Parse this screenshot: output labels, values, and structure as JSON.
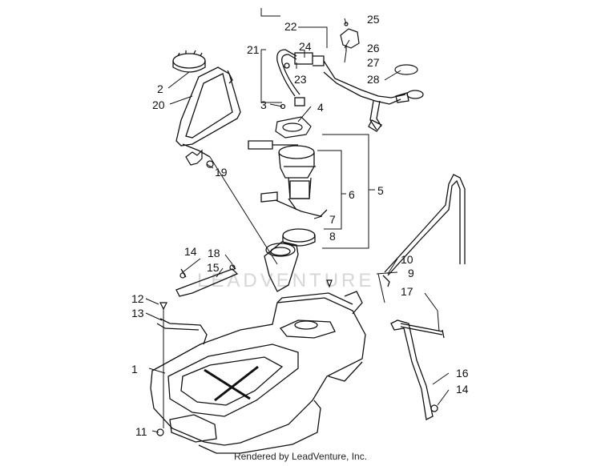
{
  "diagram": {
    "callouts": [
      "1",
      "2",
      "3",
      "4",
      "5",
      "6",
      "7",
      "8",
      "9",
      "10",
      "11",
      "12",
      "13",
      "14",
      "14",
      "15",
      "16",
      "17",
      "18",
      "19",
      "20",
      "21",
      "22",
      "23",
      "24",
      "25",
      "26",
      "27",
      "28"
    ],
    "watermark": "LEADVENTURE"
  },
  "footer": {
    "credit": "Rendered by LeadVenture, Inc."
  }
}
